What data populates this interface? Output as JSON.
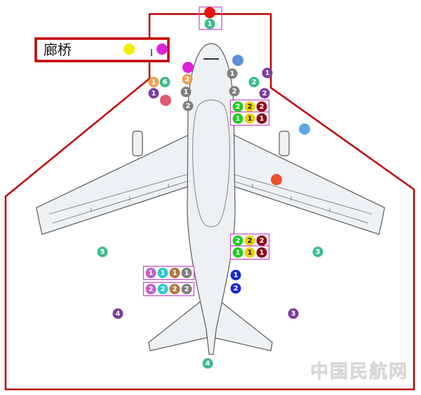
{
  "diagram": {
    "bridge_label": "廊桥",
    "watermark": "中国民航网"
  },
  "colors": {
    "boundary": "#c00000",
    "box_outline": "#c848c8",
    "aircraft_fill": "#eef1f4",
    "aircraft_stroke": "#5a5a5a"
  },
  "markers": [
    {
      "name": "nose-red-dot",
      "fill": "#ee1111",
      "label": ""
    },
    {
      "name": "nose-green-1",
      "fill": "#3dbb8c",
      "label": "1"
    },
    {
      "name": "bridge-yellow-dot",
      "fill": "#f0f000",
      "label": ""
    },
    {
      "name": "bridge-magenta-dot",
      "fill": "#dd22dd",
      "label": ""
    },
    {
      "name": "blue-dot-top",
      "fill": "#5b8fd9",
      "label": ""
    },
    {
      "name": "magenta-dot-left",
      "fill": "#dd22dd",
      "label": ""
    },
    {
      "name": "orange-2-left",
      "fill": "#f0a050",
      "label": "2"
    },
    {
      "name": "orange-1-left",
      "fill": "#f0a050",
      "label": "1"
    },
    {
      "name": "green-6-left",
      "fill": "#3dbb8c",
      "label": "6"
    },
    {
      "name": "purple-1-left",
      "fill": "#7a3da0",
      "label": "1"
    },
    {
      "name": "pink-dot-left",
      "fill": "#e05a70",
      "label": ""
    },
    {
      "name": "gray-1-left",
      "fill": "#7f7f7f",
      "label": "1"
    },
    {
      "name": "gray-2-left",
      "fill": "#7f7f7f",
      "label": "2"
    },
    {
      "name": "gray-1-right",
      "fill": "#7f7f7f",
      "label": "1"
    },
    {
      "name": "gray-2-right",
      "fill": "#7f7f7f",
      "label": "2"
    },
    {
      "name": "green-2-right",
      "fill": "#3dbb8c",
      "label": "2"
    },
    {
      "name": "purple-2-right",
      "fill": "#7a3da0",
      "label": "2"
    },
    {
      "name": "purple-1-right",
      "fill": "#7a3da0",
      "label": "1"
    },
    {
      "name": "lightblue-dot-right",
      "fill": "#5aa8e0",
      "label": ""
    },
    {
      "name": "orange-red-dot",
      "fill": "#f0502a",
      "label": ""
    },
    {
      "name": "green-5",
      "fill": "#3dbb8c",
      "label": "5"
    },
    {
      "name": "green-3",
      "fill": "#3dbb8c",
      "label": "3"
    },
    {
      "name": "purple-4",
      "fill": "#7a3da0",
      "label": "4"
    },
    {
      "name": "purple-3",
      "fill": "#7a3da0",
      "label": "3"
    },
    {
      "name": "blue-1",
      "fill": "#1a2ad0",
      "label": "1"
    },
    {
      "name": "blue-2",
      "fill": "#1a2ad0",
      "label": "2"
    },
    {
      "name": "green-4-tail",
      "fill": "#3dbb8c",
      "label": "4"
    }
  ],
  "groups": [
    {
      "name": "group-top-2",
      "items": [
        {
          "fill": "#22cc22",
          "label": "2"
        },
        {
          "fill": "#f0d000",
          "label": "2"
        },
        {
          "fill": "#8b0a1a",
          "label": "2"
        }
      ]
    },
    {
      "name": "group-top-1",
      "items": [
        {
          "fill": "#22cc22",
          "label": "1"
        },
        {
          "fill": "#f0d000",
          "label": "1"
        },
        {
          "fill": "#8b0a1a",
          "label": "1"
        }
      ]
    },
    {
      "name": "group-mid-2",
      "items": [
        {
          "fill": "#22cc22",
          "label": "2"
        },
        {
          "fill": "#f0d000",
          "label": "2"
        },
        {
          "fill": "#8b0a1a",
          "label": "2"
        }
      ]
    },
    {
      "name": "group-mid-1",
      "items": [
        {
          "fill": "#22cc22",
          "label": "1"
        },
        {
          "fill": "#f0d000",
          "label": "1"
        },
        {
          "fill": "#8b0a1a",
          "label": "1"
        }
      ]
    },
    {
      "name": "group-left-1",
      "items": [
        {
          "fill": "#c060d0",
          "label": "1"
        },
        {
          "fill": "#30c8d8",
          "label": "1"
        },
        {
          "fill": "#b07840",
          "label": "1"
        },
        {
          "fill": "#7f7f7f",
          "label": "1"
        }
      ]
    },
    {
      "name": "group-left-2",
      "items": [
        {
          "fill": "#c060d0",
          "label": "2"
        },
        {
          "fill": "#30c8d8",
          "label": "2"
        },
        {
          "fill": "#b07840",
          "label": "2"
        },
        {
          "fill": "#7f7f7f",
          "label": "2"
        }
      ]
    }
  ]
}
